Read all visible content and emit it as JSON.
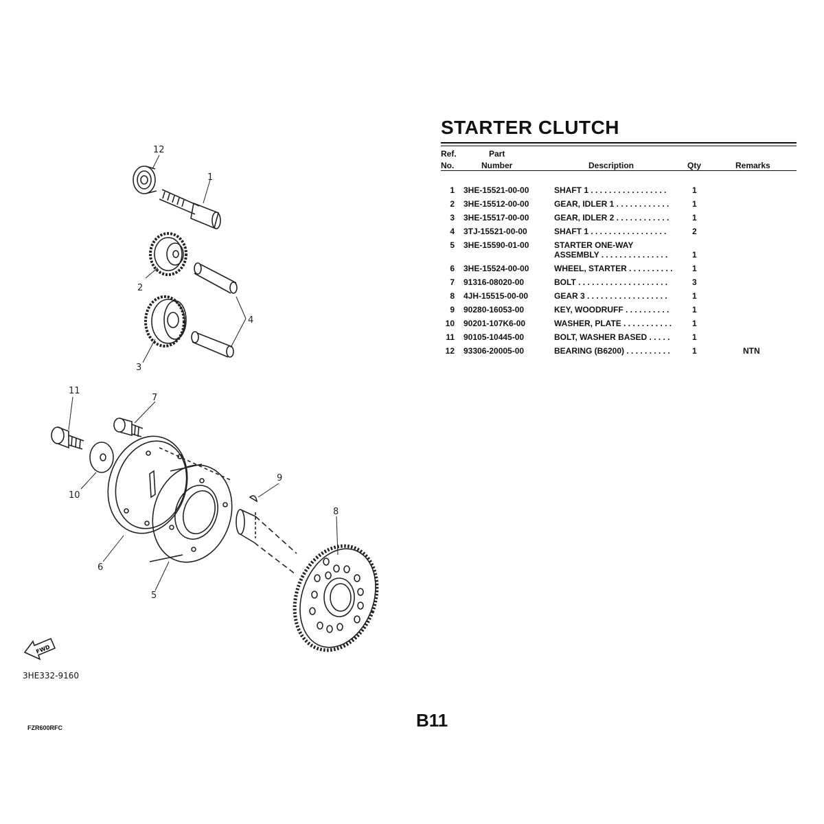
{
  "title": "STARTER CLUTCH",
  "headers": {
    "ref_line1": "Ref.",
    "ref_line2": "No.",
    "part_line1": "Part",
    "part_line2": "Number",
    "description": "Description",
    "qty": "Qty",
    "remarks": "Remarks"
  },
  "parts": [
    {
      "ref": "1",
      "part": "3HE-15521-00-00",
      "desc": "SHAFT 1 . . . . . . . . . . . . . . . . .",
      "desc2": "",
      "qty": "1",
      "remarks": ""
    },
    {
      "ref": "2",
      "part": "3HE-15512-00-00",
      "desc": "GEAR, IDLER 1 . . . . . . . . . . . .",
      "desc2": "",
      "qty": "1",
      "remarks": ""
    },
    {
      "ref": "3",
      "part": "3HE-15517-00-00",
      "desc": "GEAR, IDLER 2 . . . . . . . . . . . .",
      "desc2": "",
      "qty": "1",
      "remarks": ""
    },
    {
      "ref": "4",
      "part": "3TJ-15521-00-00",
      "desc": "SHAFT 1 . . . . . . . . . . . . . . . . .",
      "desc2": "",
      "qty": "2",
      "remarks": ""
    },
    {
      "ref": "5",
      "part": "3HE-15590-01-00",
      "desc": "STARTER ONE-WAY",
      "desc2": "ASSEMBLY . . . . . . . . . . . . . . .",
      "qty": "1",
      "remarks": ""
    },
    {
      "ref": "6",
      "part": "3HE-15524-00-00",
      "desc": "WHEEL, STARTER . . . . . . . . . .",
      "desc2": "",
      "qty": "1",
      "remarks": ""
    },
    {
      "ref": "7",
      "part": "91316-08020-00",
      "desc": "BOLT . . . . . . . . . . . . . . . . . . . .",
      "desc2": "",
      "qty": "3",
      "remarks": ""
    },
    {
      "ref": "8",
      "part": "4JH-15515-00-00",
      "desc": "GEAR 3 . . . . . . . . . . . . . . . . . .",
      "desc2": "",
      "qty": "1",
      "remarks": ""
    },
    {
      "ref": "9",
      "part": "90280-16053-00",
      "desc": "KEY, WOODRUFF . . . . . . . . . .",
      "desc2": "",
      "qty": "1",
      "remarks": ""
    },
    {
      "ref": "10",
      "part": "90201-107K6-00",
      "desc": "WASHER, PLATE . . . . . . . . . . .",
      "desc2": "",
      "qty": "1",
      "remarks": ""
    },
    {
      "ref": "11",
      "part": "90105-10445-00",
      "desc": "BOLT, WASHER BASED . . . . .",
      "desc2": "",
      "qty": "1",
      "remarks": ""
    },
    {
      "ref": "12",
      "part": "93306-20005-00",
      "desc": "BEARING (B6200) . . . . . . . . . .",
      "desc2": "",
      "qty": "1",
      "remarks": "NTN"
    }
  ],
  "callouts": {
    "c1": "1",
    "c2": "2",
    "c3": "3",
    "c4": "4",
    "c5": "5",
    "c6": "6",
    "c7": "7",
    "c8": "8",
    "c9": "9",
    "c10": "10",
    "c11": "11",
    "c12": "12"
  },
  "fwd_label": "FWD",
  "diagram_code": "3HE332-9160",
  "page_code": "B11",
  "model_code": "FZR600RFC"
}
